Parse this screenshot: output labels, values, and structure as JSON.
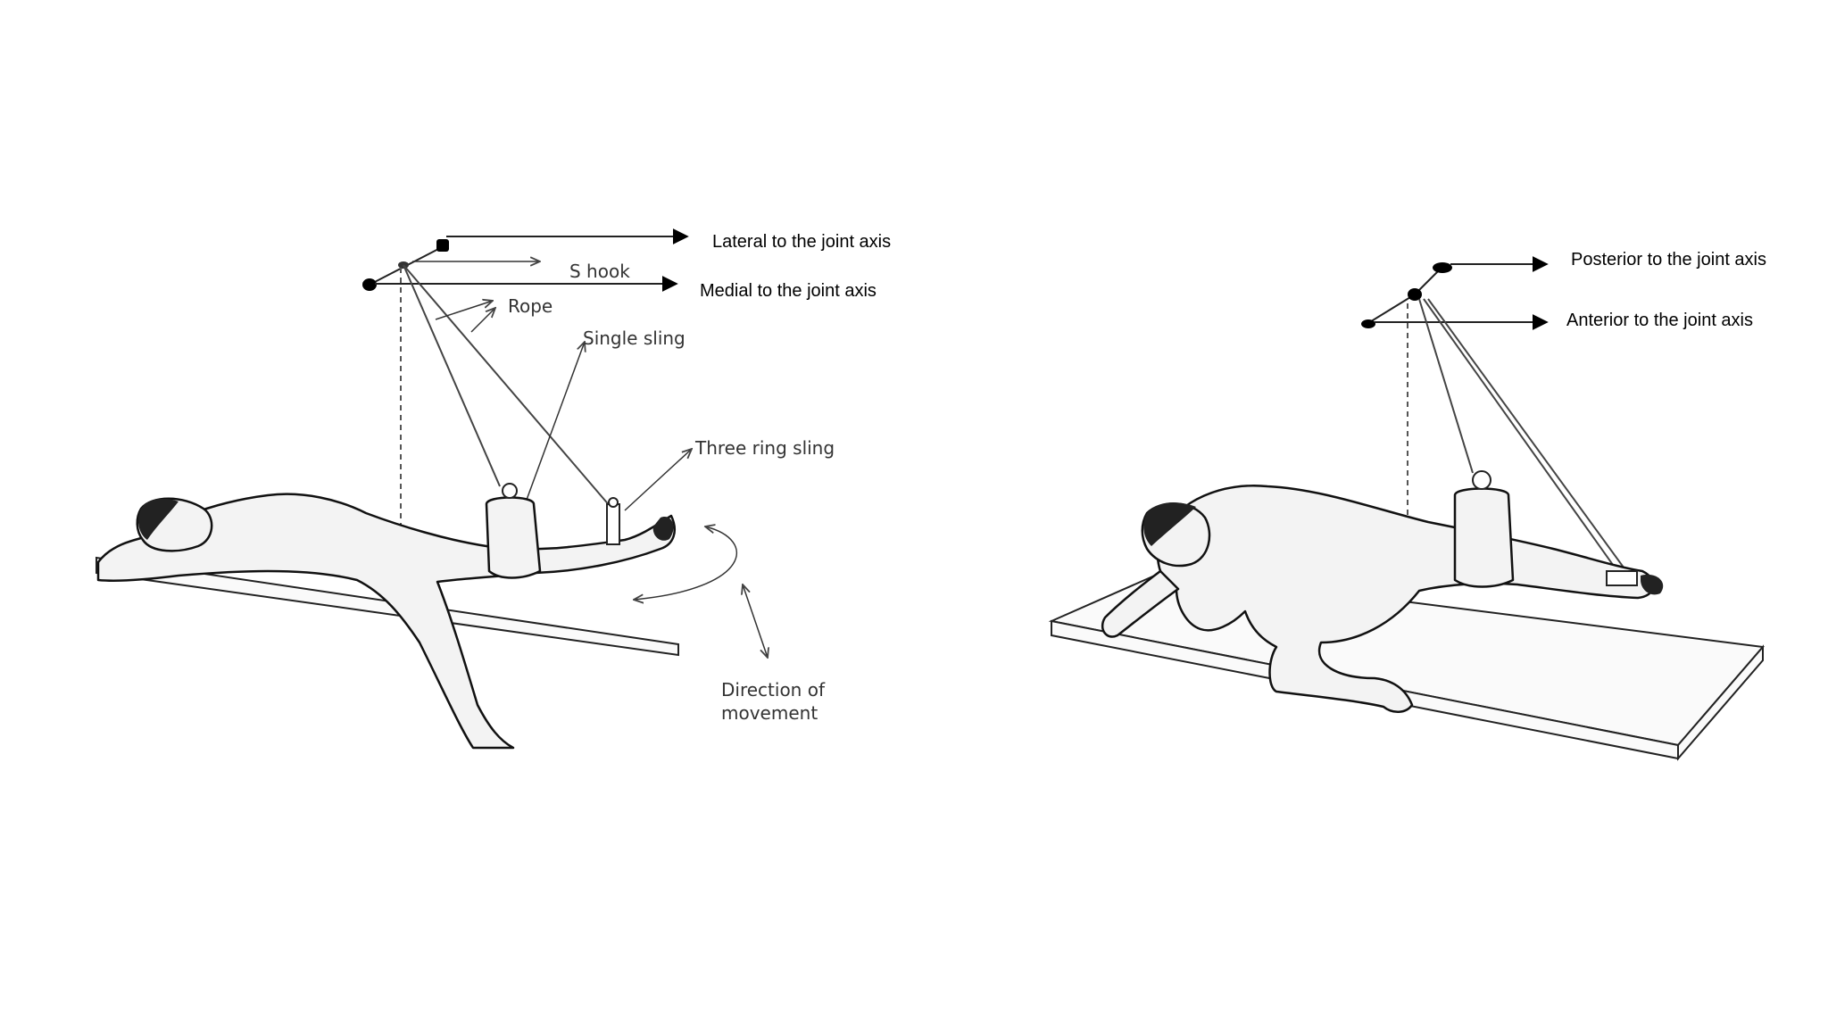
{
  "left_diagram": {
    "annotations": {
      "lateral_axis": "Lateral to the joint axis",
      "medial_axis": "Medial to the joint axis"
    },
    "labels": {
      "s_hook": "S hook",
      "rope": "Rope",
      "single_sling": "Single sling",
      "three_ring_sling": "Three ring sling",
      "direction_line1": "Direction of",
      "direction_line2": "movement"
    }
  },
  "right_diagram": {
    "annotations": {
      "posterior_axis": "Posterior to the joint axis",
      "anterior_axis": "Anterior to the joint axis"
    }
  }
}
